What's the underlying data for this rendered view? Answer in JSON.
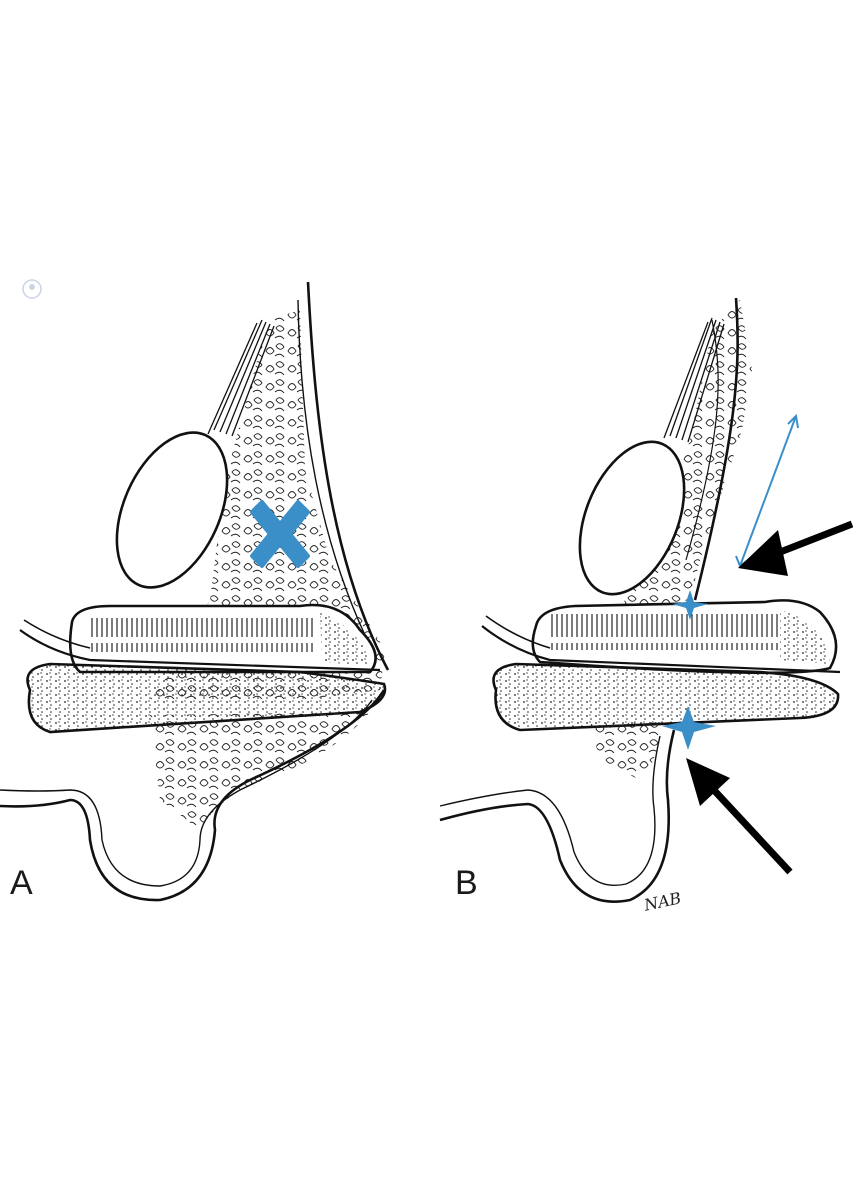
{
  "figure": {
    "panels": [
      {
        "label": "A",
        "markers": [
          {
            "type": "cross",
            "icon": "blue-x-icon",
            "color": "#3b8fc9"
          }
        ]
      },
      {
        "label": "B",
        "markers": [
          {
            "type": "star",
            "icon": "blue-star-icon",
            "color": "#3b8fc9"
          },
          {
            "type": "star",
            "icon": "blue-star-icon",
            "color": "#3b8fc9"
          },
          {
            "type": "double-arrow",
            "icon": "double-arrow-icon",
            "color": "#3b8fc9"
          },
          {
            "type": "arrow",
            "icon": "black-arrow-icon",
            "color": "#000000"
          },
          {
            "type": "arrow",
            "icon": "black-arrow-icon",
            "color": "#000000"
          }
        ]
      }
    ],
    "signature": "NAB"
  },
  "colors": {
    "marker_blue": "#3b8fc9",
    "line": "#111111",
    "background": "#ffffff"
  }
}
